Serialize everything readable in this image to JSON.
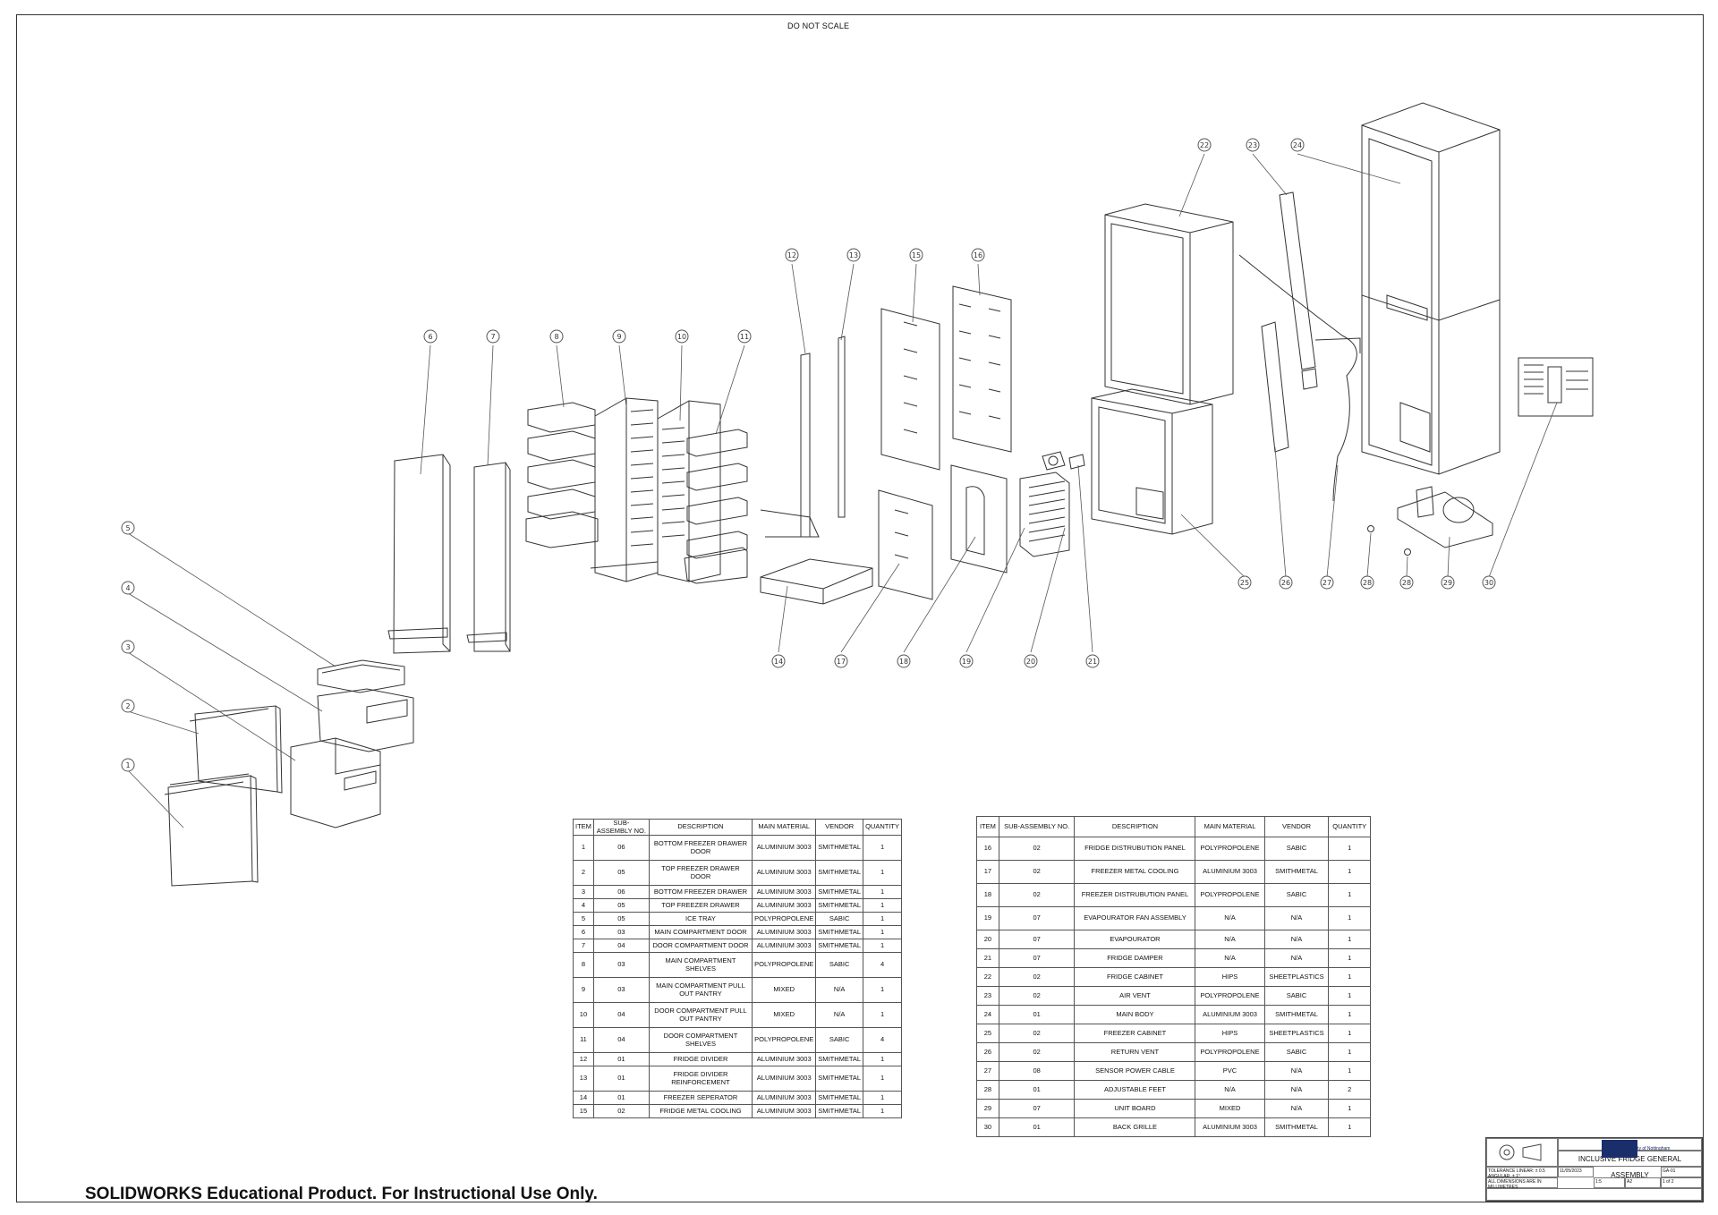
{
  "sheet": {
    "note": "DO NOT SCALE",
    "watermark": "SOLIDWORKS Educational Product. For Instructional Use Only."
  },
  "balloons": [
    "1",
    "2",
    "3",
    "4",
    "5",
    "6",
    "7",
    "8",
    "9",
    "10",
    "11",
    "12",
    "13",
    "14",
    "15",
    "16",
    "17",
    "18",
    "19",
    "20",
    "21",
    "22",
    "23",
    "24",
    "25",
    "26",
    "27",
    "28",
    "28",
    "29",
    "30"
  ],
  "bom_headers": [
    "ITEM",
    "SUB-ASSEMBLY NO.",
    "DESCRIPTION",
    "MAIN MATERIAL",
    "VENDOR",
    "QUANTITY"
  ],
  "bom_left": [
    [
      "1",
      "06",
      "BOTTOM FREEZER DRAWER DOOR",
      "ALUMINIUM 3003",
      "SMITHMETAL",
      "1"
    ],
    [
      "2",
      "05",
      "TOP FREEZER DRAWER DOOR",
      "ALUMINIUM 3003",
      "SMITHMETAL",
      "1"
    ],
    [
      "3",
      "06",
      "BOTTOM FREEZER DRAWER",
      "ALUMINIUM 3003",
      "SMITHMETAL",
      "1"
    ],
    [
      "4",
      "05",
      "TOP FREEZER DRAWER",
      "ALUMINIUM 3003",
      "SMITHMETAL",
      "1"
    ],
    [
      "5",
      "05",
      "ICE TRAY",
      "POLYPROPOLENE",
      "SABIC",
      "1"
    ],
    [
      "6",
      "03",
      "MAIN COMPARTMENT DOOR",
      "ALUMINIUM 3003",
      "SMITHMETAL",
      "1"
    ],
    [
      "7",
      "04",
      "DOOR COMPARTMENT DOOR",
      "ALUMINIUM 3003",
      "SMITHMETAL",
      "1"
    ],
    [
      "8",
      "03",
      "MAIN COMPARTMENT SHELVES",
      "POLYPROPOLENE",
      "SABIC",
      "4"
    ],
    [
      "9",
      "03",
      "MAIN COMPARTMENT PULL OUT PANTRY",
      "MIXED",
      "N/A",
      "1"
    ],
    [
      "10",
      "04",
      "DOOR COMPARTMENT PULL OUT PANTRY",
      "MIXED",
      "N/A",
      "1"
    ],
    [
      "11",
      "04",
      "DOOR COMPARTMENT SHELVES",
      "POLYPROPOLENE",
      "SABIC",
      "4"
    ],
    [
      "12",
      "01",
      "FRIDGE DIVIDER",
      "ALUMINIUM 3003",
      "SMITHMETAL",
      "1"
    ],
    [
      "13",
      "01",
      "FRIDGE DIVIDER REINFORCEMENT",
      "ALUMINIUM 3003",
      "SMITHMETAL",
      "1"
    ],
    [
      "14",
      "01",
      "FREEZER SEPERATOR",
      "ALUMINIUM 3003",
      "SMITHMETAL",
      "1"
    ],
    [
      "15",
      "02",
      "FRIDGE METAL COOLING",
      "ALUMINIUM 3003",
      "SMITHMETAL",
      "1"
    ]
  ],
  "bom_right": [
    [
      "16",
      "02",
      "FRIDGE DISTRUBUTION PANEL",
      "POLYPROPOLENE",
      "SABIC",
      "1"
    ],
    [
      "17",
      "02",
      "FREEZER METAL COOLING",
      "ALUMINIUM 3003",
      "SMITHMETAL",
      "1"
    ],
    [
      "18",
      "02",
      "FREEZER DISTRUBUTION PANEL",
      "POLYPROPOLENE",
      "SABIC",
      "1"
    ],
    [
      "19",
      "07",
      "EVAPOURATOR FAN ASSEMBLY",
      "N/A",
      "N/A",
      "1"
    ],
    [
      "20",
      "07",
      "EVAPOURATOR",
      "N/A",
      "N/A",
      "1"
    ],
    [
      "21",
      "07",
      "FRIDGE DAMPER",
      "N/A",
      "N/A",
      "1"
    ],
    [
      "22",
      "02",
      "FRIDGE CABINET",
      "HIPS",
      "SHEETPLASTICS",
      "1"
    ],
    [
      "23",
      "02",
      "AIR VENT",
      "POLYPROPOLENE",
      "SABIC",
      "1"
    ],
    [
      "24",
      "01",
      "MAIN BODY",
      "ALUMINIUM 3003",
      "SMITHMETAL",
      "1"
    ],
    [
      "25",
      "02",
      "FREEZER CABINET",
      "HIPS",
      "SHEETPLASTICS",
      "1"
    ],
    [
      "26",
      "02",
      "RETURN VENT",
      "POLYPROPOLENE",
      "SABIC",
      "1"
    ],
    [
      "27",
      "08",
      "SENSOR POWER CABLE",
      "PVC",
      "N/A",
      "1"
    ],
    [
      "28",
      "01",
      "ADJUSTABLE FEET",
      "N/A",
      "N/A",
      "2"
    ],
    [
      "29",
      "07",
      "UNIT BOARD",
      "MIXED",
      "N/A",
      "1"
    ],
    [
      "30",
      "01",
      "BACK GRILLE",
      "ALUMINIUM 3003",
      "SMITHMETAL",
      "1"
    ]
  ],
  "title_block": {
    "title": "INCLUSIVE FRIDGE GENERAL ASSEMBLY",
    "university": "University of Nottingham",
    "tolerance": "TOLERANCE LINEAR: ± 0.5 ANGULAR: ± 1°",
    "units": "ALL DIMENSIONS ARE IN MILLIMETRES",
    "date": "11/05/2023",
    "scale": "1:5",
    "size": "A2",
    "sheet": "1 of 2",
    "drawing_no": "GA-01"
  }
}
